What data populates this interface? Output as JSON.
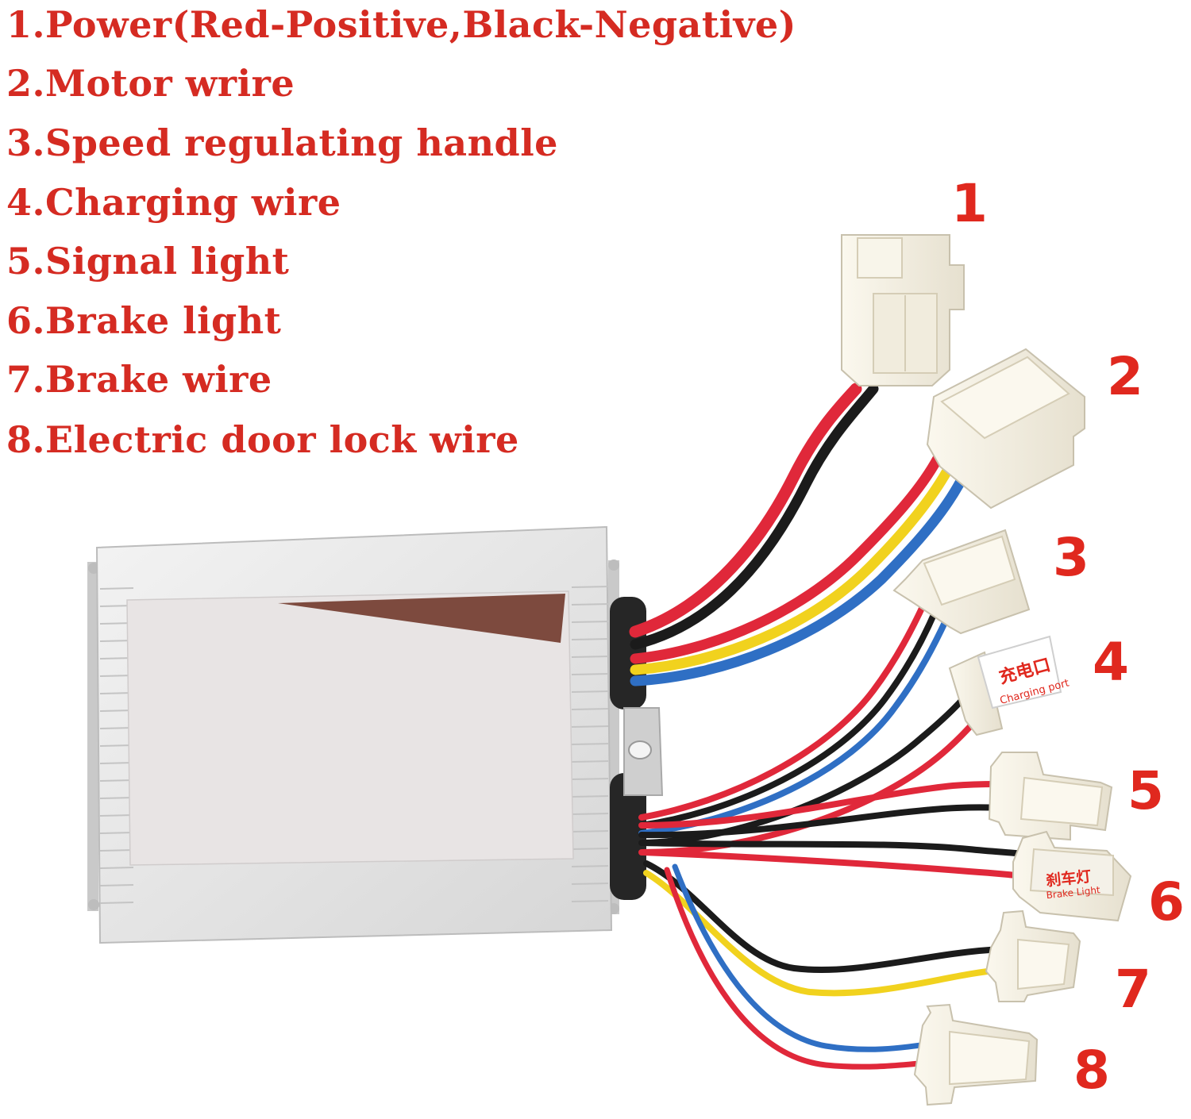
{
  "legend": [
    {
      "text": "1.Power(Red-Positive,Black-Negative)"
    },
    {
      "text": "2.Motor wrire"
    },
    {
      "text": "3.Speed regulating handle"
    },
    {
      "text": "4.Charging wire"
    },
    {
      "text": "5.Signal light"
    },
    {
      "text": "6.Brake light"
    },
    {
      "text": "7.Brake wire"
    },
    {
      "text": "8.Electric door lock wire"
    }
  ],
  "callouts": [
    "1",
    "2",
    "3",
    "4",
    "5",
    "6",
    "7",
    "8"
  ],
  "tags": {
    "charging": {
      "title": "充电口",
      "subtitle": "Charging port"
    },
    "brake": {
      "title": "刹车灯",
      "subtitle": "Brake Light"
    }
  },
  "colors": {
    "label_red": "#d52b22",
    "wire_red": "#e0283a",
    "wire_black": "#1b1b1b",
    "wire_yellow": "#f1d21e",
    "wire_blue": "#2f6fc4",
    "connector": "#f4f0e4",
    "housing": "#e6e6e6"
  }
}
